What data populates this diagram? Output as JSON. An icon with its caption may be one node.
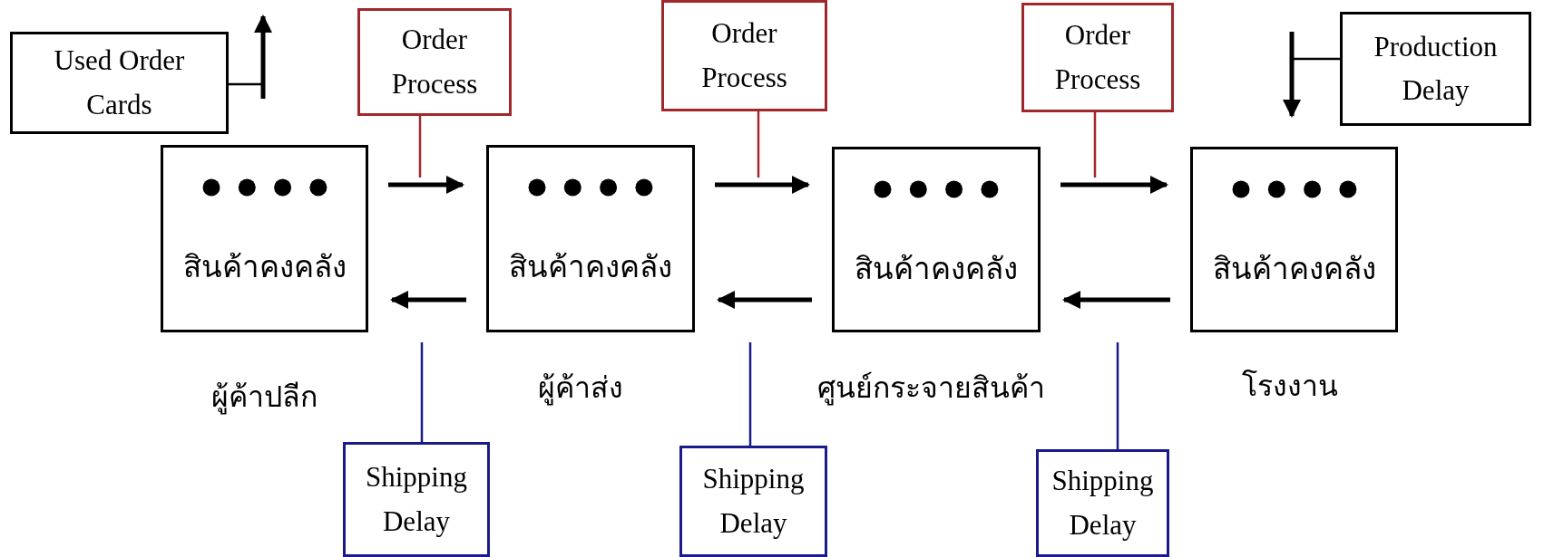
{
  "diagram": {
    "nodes": [
      {
        "text": [
          "Used Order Cards"
        ]
      },
      {
        "text": [
          "Order Process"
        ]
      },
      {
        "text": [
          "Order Process"
        ]
      },
      {
        "text": [
          "Order Process"
        ]
      },
      {
        "text": [
          "Production Delay"
        ]
      },
      {
        "text": [
          "สินค้าคงคลัง"
        ]
      },
      {
        "text": [
          "สินค้าคงคลัง"
        ]
      },
      {
        "text": [
          "สินค้าคงคลัง"
        ]
      },
      {
        "text": [
          "สินค้าคงคลัง"
        ]
      },
      {
        "text": [
          "Shipping Delay"
        ]
      },
      {
        "text": [
          "Shipping Delay"
        ]
      },
      {
        "text": [
          "Shipping Delay"
        ]
      }
    ],
    "edges": [
      {
        "from": 5,
        "to": 6,
        "arrow": "to"
      },
      {
        "from": 6,
        "to": 7,
        "arrow": "to"
      },
      {
        "from": 7,
        "to": 8,
        "arrow": "to"
      },
      {
        "from": 6,
        "to": 5,
        "arrow": "to"
      },
      {
        "from": 7,
        "to": 6,
        "arrow": "to"
      },
      {
        "from": 8,
        "to": 7,
        "arrow": "to"
      },
      {
        "from": 0,
        "to": null,
        "arrow": "none"
      },
      {
        "from": 1,
        "to": null,
        "arrow": "none",
        "color": "#a0282c"
      },
      {
        "from": 2,
        "to": null,
        "arrow": "none",
        "color": "#a0282c"
      },
      {
        "from": 3,
        "to": null,
        "arrow": "none",
        "color": "#a0282c"
      },
      {
        "from": 4,
        "to": null,
        "arrow": "none"
      },
      {
        "from": 9,
        "to": null,
        "arrow": "none",
        "color": "#1a1a8c"
      },
      {
        "from": 10,
        "to": null,
        "arrow": "none",
        "color": "#1a1a8c"
      },
      {
        "from": 11,
        "to": null,
        "arrow": "none",
        "color": "#1a1a8c"
      }
    ],
    "labels": [
      "ผู้ค้าปลีก",
      "ผู้ค้าส่ง",
      "ศูนย์กระจายสินค้า",
      "โรงงาน"
    ]
  }
}
